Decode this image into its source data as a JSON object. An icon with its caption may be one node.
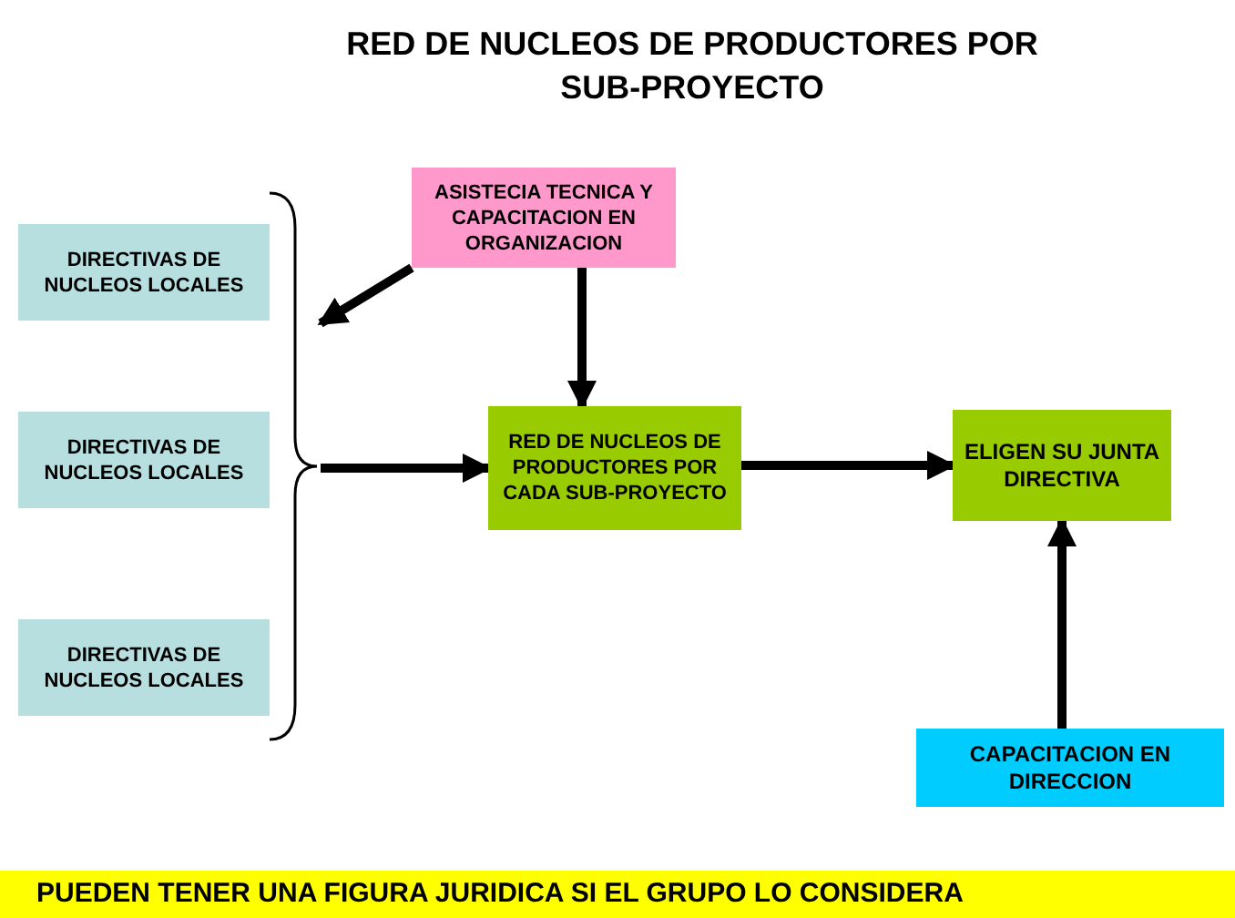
{
  "diagram": {
    "title": "RED DE NUCLEOS DE PRODUCTORES POR SUB-PROYECTO",
    "nodes": [
      {
        "text": [
          "DIRECTIVAS DE NUCLEOS LOCALES"
        ]
      },
      {
        "text": [
          "DIRECTIVAS DE NUCLEOS LOCALES"
        ]
      },
      {
        "text": [
          "DIRECTIVAS DE NUCLEOS LOCALES"
        ]
      },
      {
        "text": [
          "ASISTECIA TECNICA Y CAPACITACION EN ORGANIZACION"
        ]
      },
      {
        "text": [
          "RED DE NUCLEOS DE PRODUCTORES POR CADA SUB-PROYECTO"
        ]
      },
      {
        "text": [
          "ELIGEN SU JUNTA DIRECTIVA"
        ]
      },
      {
        "text": [
          "CAPACITACION EN DIRECCION"
        ]
      },
      {
        "text": [
          "PUEDEN TENER UNA FIGURA JURIDICA SI EL GRUPO LO CONSIDERA"
        ]
      },
      {
        "text": [],
        "shape": "bracket"
      }
    ],
    "edges": [
      {
        "from": 3,
        "to": 8,
        "arrow": "to"
      },
      {
        "from": 3,
        "to": 4,
        "arrow": "to"
      },
      {
        "from": 8,
        "to": 4,
        "arrow": "to"
      },
      {
        "from": 4,
        "to": 5,
        "arrow": "to"
      },
      {
        "from": 6,
        "to": 5,
        "arrow": "to"
      }
    ]
  }
}
